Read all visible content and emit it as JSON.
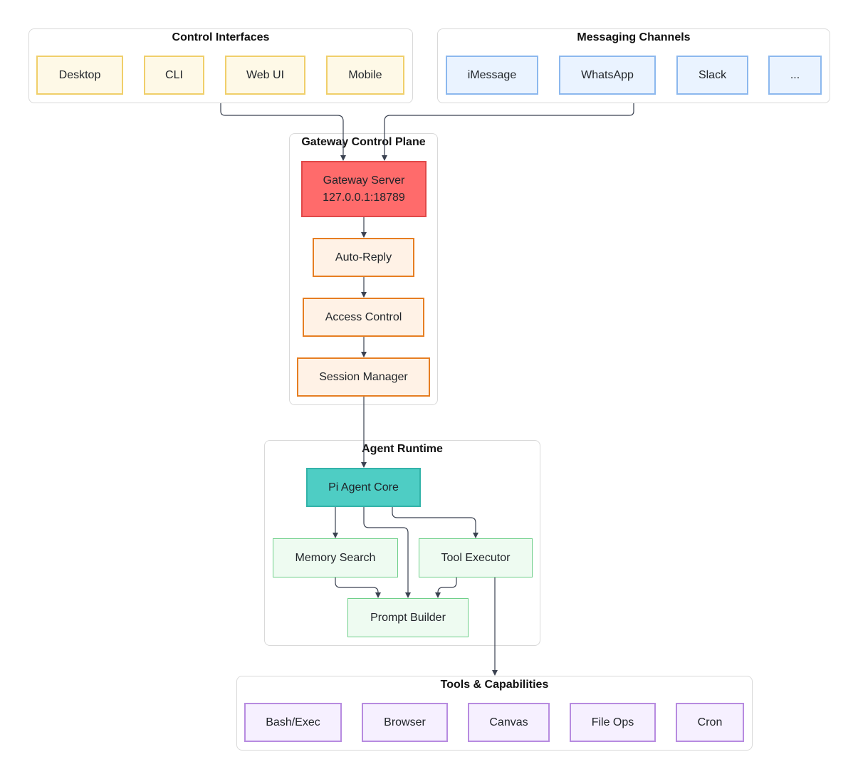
{
  "groups": {
    "control_interfaces": "Control Interfaces",
    "messaging_channels": "Messaging Channels",
    "gateway_control_plane": "Gateway Control Plane",
    "agent_runtime": "Agent Runtime",
    "tools_capabilities": "Tools & Capabilities"
  },
  "control_interfaces": {
    "desktop": "Desktop",
    "cli": "CLI",
    "web_ui": "Web UI",
    "mobile": "Mobile"
  },
  "messaging_channels": {
    "imessage": "iMessage",
    "whatsapp": "WhatsApp",
    "slack": "Slack",
    "more": "..."
  },
  "gateway": {
    "server_title": "Gateway Server",
    "server_address": "127.0.0.1:18789",
    "auto_reply": "Auto-Reply",
    "access_control": "Access Control",
    "session_manager": "Session Manager"
  },
  "agent_runtime": {
    "pi_agent_core": "Pi Agent Core",
    "memory_search": "Memory Search",
    "tool_executor": "Tool Executor",
    "prompt_builder": "Prompt Builder"
  },
  "tools": {
    "bash_exec": "Bash/Exec",
    "browser": "Browser",
    "canvas": "Canvas",
    "file_ops": "File Ops",
    "cron": "Cron"
  },
  "colors": {
    "control_interface_fill": "#fef9e7",
    "messaging_fill": "#eaf3ff",
    "gateway_server_fill": "#ff6b6b",
    "gateway_step_fill": "#fff2e6",
    "agent_core_fill": "#4ecdc4",
    "runtime_step_fill": "#eefbf1",
    "tool_fill": "#f6f0ff",
    "edge_color": "#3a4150"
  }
}
